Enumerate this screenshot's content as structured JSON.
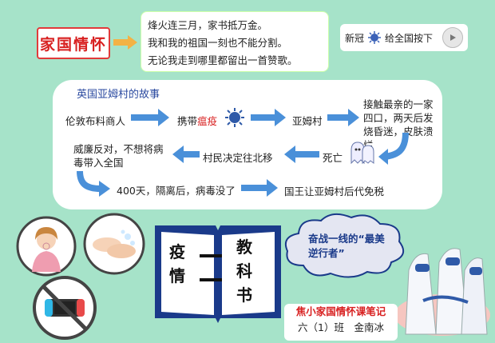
{
  "header": {
    "title": "家国情怀",
    "poem": [
      "烽火连三月，家书抵万金。",
      "我和我的祖国一刻也不能分割。",
      "无论我走到哪里都留出一首赞歌。"
    ],
    "news_prefix": "新冠",
    "news_suffix": "给全国按下"
  },
  "story": {
    "title": "英国亚姆村的故事",
    "row1": {
      "merchant": "伦敦布料商人",
      "carry": "携带",
      "plague": "瘟疫",
      "village": "亚姆村",
      "contact": "接触最亲的一家四口，两天后发烧昏迷，皮肤溃烂"
    },
    "row2": {
      "william": "威廉反对，不想将病毒带入全国",
      "decide": "村民决定往北移",
      "death": "死亡"
    },
    "row3": {
      "days": "400天，隔离后，病毒没了",
      "king": "国王让亚姆村后代免税"
    }
  },
  "book": {
    "left1": "疫",
    "left2": "情",
    "right1": "教",
    "right2": "科",
    "right3": "书"
  },
  "cloud": {
    "text": "奋战一线的“最美逆行者”"
  },
  "note": {
    "line1": "焦小家国情怀课笔记",
    "line2": "六（1）班　金南冰"
  },
  "colors": {
    "accent_red": "#d82020",
    "arrow_blue": "#4a90d9",
    "bg": "#a6e3c9"
  }
}
